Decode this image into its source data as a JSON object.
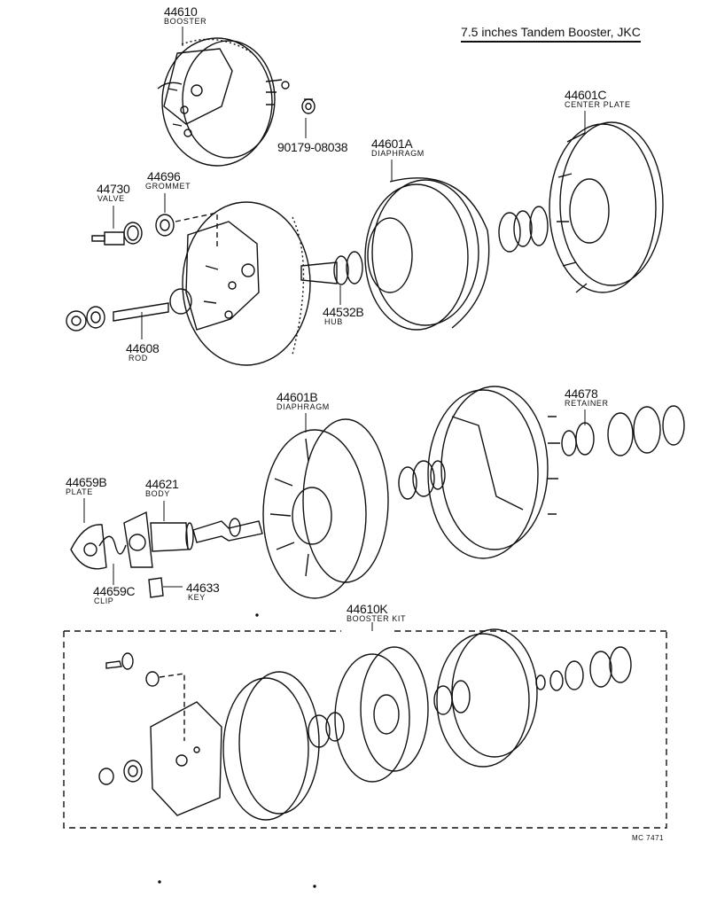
{
  "title": "7.5 inches Tandem Booster, JKC",
  "diagram_code": "MC  7471",
  "parts": [
    {
      "id": "p44610",
      "number": "44610",
      "description": "BOOSTER"
    },
    {
      "id": "p90179",
      "number": "90179-08038",
      "description": ""
    },
    {
      "id": "p44601C",
      "number": "44601C",
      "description": "CENTER PLATE"
    },
    {
      "id": "p44601A",
      "number": "44601A",
      "description": "DIAPHRAGM"
    },
    {
      "id": "p44696",
      "number": "44696",
      "description": "GROMMET"
    },
    {
      "id": "p44730",
      "number": "44730",
      "description": "VALVE"
    },
    {
      "id": "p44532B",
      "number": "44532B",
      "description": "HUB"
    },
    {
      "id": "p44608",
      "number": "44608",
      "description": "ROD"
    },
    {
      "id": "p44601B",
      "number": "44601B",
      "description": "DIAPHRAGM"
    },
    {
      "id": "p44678",
      "number": "44678",
      "description": "RETAINER"
    },
    {
      "id": "p44659B",
      "number": "44659B",
      "description": "PLATE"
    },
    {
      "id": "p44621",
      "number": "44621",
      "description": "BODY"
    },
    {
      "id": "p44659C",
      "number": "44659C",
      "description": "CLIP"
    },
    {
      "id": "p44633",
      "number": "44633",
      "description": "KEY"
    },
    {
      "id": "p44610K",
      "number": "44610K",
      "description": "BOOSTER KIT"
    }
  ]
}
